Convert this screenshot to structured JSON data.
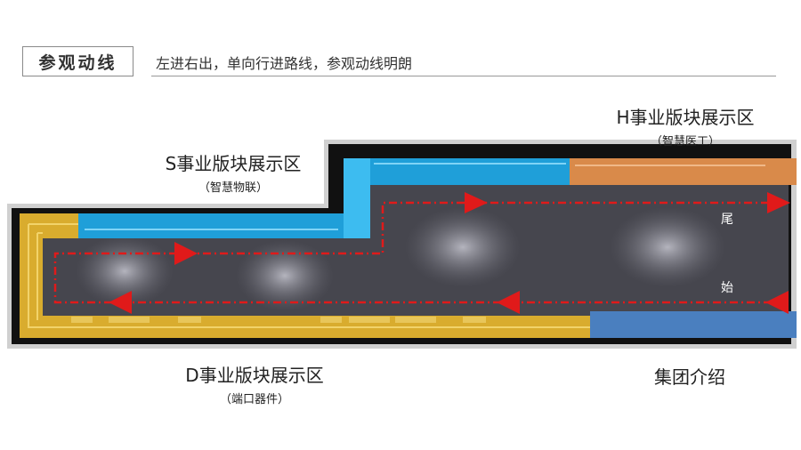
{
  "header": {
    "title": "参观动线",
    "subtitle": "左进右出，单向行进路线，参观动线明朗"
  },
  "zones": {
    "h": {
      "name": "H事业版块展示区",
      "sub": "（智慧医工）"
    },
    "s": {
      "name": "S事业版块展示区",
      "sub": "（智慧物联）"
    },
    "d": {
      "name": "D事业版块展示区",
      "sub": "（端口器件）"
    },
    "group": {
      "name": "集团介绍"
    }
  },
  "markers": {
    "end": "尾",
    "start": "始"
  },
  "colors": {
    "blue": "#1f9fd9",
    "orange": "#d98a4a",
    "gold": "#d9ac2e",
    "steel_blue": "#4a7fbf",
    "route": "#e01a1a",
    "floor": "#46464e"
  }
}
